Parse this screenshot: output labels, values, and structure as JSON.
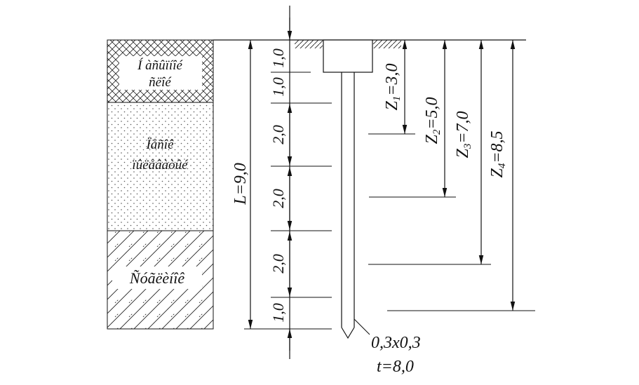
{
  "soil_layers": [
    {
      "line1": "Í àñûïíîé",
      "line2": "ñëîé"
    },
    {
      "line1": "Ïåñîê",
      "line2": "ïûëåâàòûé"
    },
    {
      "line1": "Ñóãëèíîê",
      "line2": ""
    }
  ],
  "segments": [
    "1,0",
    "1,0",
    "2,0",
    "2,0",
    "2,0",
    "1,0"
  ],
  "total_length": "L=9,0",
  "depths": [
    {
      "sym": "Z",
      "sub": "1",
      "val": "=3,0"
    },
    {
      "sym": "Z",
      "sub": "2",
      "val": "=5,0"
    },
    {
      "sym": "Z",
      "sub": "3",
      "val": "=7,0"
    },
    {
      "sym": "Z",
      "sub": "4",
      "val": "=8,5"
    }
  ],
  "pile": {
    "section": "0,3x0,3",
    "length": "t=8,0"
  },
  "colors": {
    "line": "#111111",
    "hatch": "#222222",
    "dots": "#555555"
  }
}
